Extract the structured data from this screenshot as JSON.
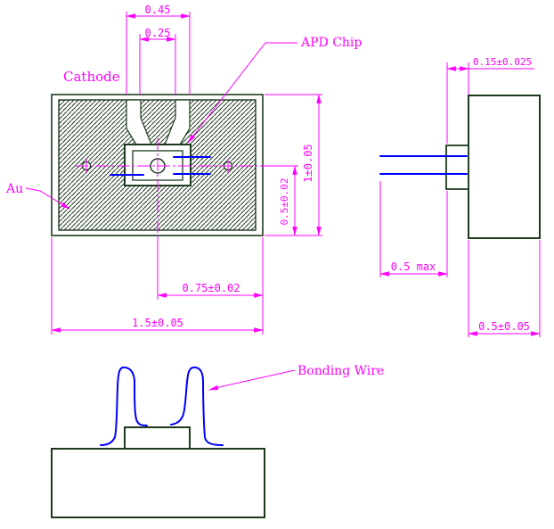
{
  "drawing": {
    "labels": {
      "cathode": "Cathode",
      "apd_chip": "APD Chip",
      "au": "Au",
      "bonding_wire": "Bonding Wire"
    },
    "dims": {
      "trace_span": "0.45",
      "trace_gap": "0.25",
      "body_height": "1±0.05",
      "center_to_bottom": "0.5±0.02",
      "center_to_right": "0.75±0.02",
      "body_width": "1.5±0.05",
      "chip_thickness": "0.15±0.025",
      "wire_max": "0.5 max",
      "body_depth": "0.5±0.05"
    },
    "colors": {
      "dimension": "#FF00FF",
      "wire": "#0000FF",
      "outline": "#1E3A1E"
    }
  }
}
